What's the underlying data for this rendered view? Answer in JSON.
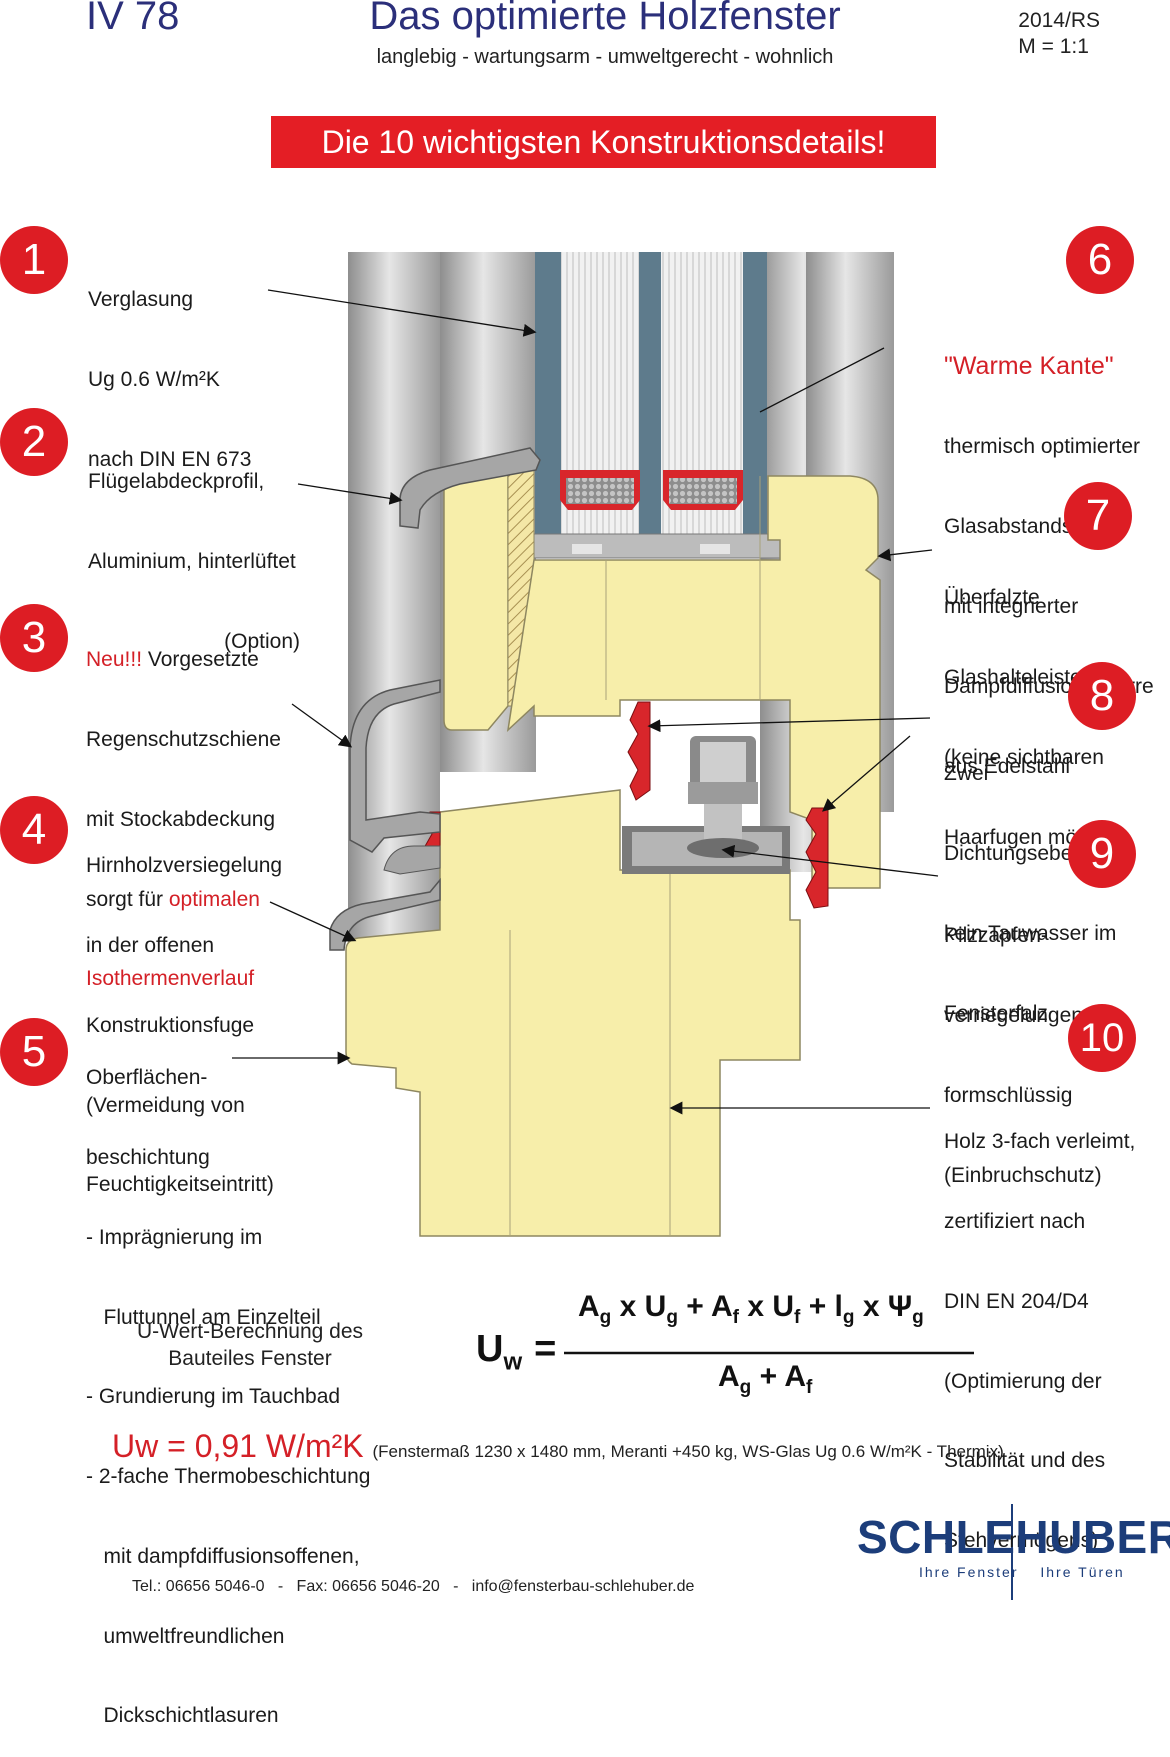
{
  "header": {
    "model_code": "IV 78",
    "title": "Das optimierte Holzfenster",
    "subtitle": "langlebig - wartungsarm - umweltgerecht - wohnlich",
    "meta_line1": "2014/RS",
    "meta_line2": "M = 1:1"
  },
  "banner": "Die 10 wichtigsten Konstruktionsdetails!",
  "details": [
    {
      "number": "1",
      "lines": [
        "Verglasung",
        "Ug 0.6 W/m²K",
        "nach DIN EN 673"
      ]
    },
    {
      "number": "2",
      "lines": [
        "Flügelabdeckprofil,",
        "Aluminium, hinterlüftet",
        "(Option)"
      ]
    },
    {
      "number": "3",
      "lines_rich": [
        [
          {
            "t": "Neu!!! ",
            "red": true
          },
          {
            "t": "Vorgesetzte"
          }
        ],
        [
          {
            "t": "Regenschutzschiene"
          }
        ],
        [
          {
            "t": "mit Stockabdeckung"
          }
        ],
        [
          {
            "t": "sorgt für "
          },
          {
            "t": "optimalen",
            "red": true
          }
        ],
        [
          {
            "t": "Isothermenverlauf",
            "red": true
          }
        ]
      ]
    },
    {
      "number": "4",
      "lines": [
        "Hirnholzversiegelung",
        "in der offenen",
        "Konstruktionsfuge",
        "(Vermeidung von",
        "Feuchtigkeitseintritt)"
      ]
    },
    {
      "number": "5",
      "lines": [
        "Oberflächen-",
        "beschichtung",
        "- Imprägnierung im",
        "   Fluttunnel am Einzelteil",
        "- Grundierung im Tauchbad",
        "- 2-fache Thermobeschichtung",
        "   mit dampfdiffusionsoffenen,",
        "   umweltfreundlichen",
        "   Dickschichtlasuren"
      ]
    },
    {
      "number": "6",
      "heading": "\"Warme Kante\"",
      "lines": [
        "thermisch optimierter",
        "Glasabstandshalter",
        "mit integrierter",
        "Dampfdiffusionssperre",
        "aus Edelstahl"
      ]
    },
    {
      "number": "7",
      "lines": [
        "Überfalzte",
        "Glashalteleiste",
        "(keine sichtbaren",
        "Haarfugen möglich)"
      ]
    },
    {
      "number": "8",
      "lines": [
        "Zwei",
        "Dichtungsebenen,",
        "kein Tauwasser im",
        "Fensterfalz"
      ]
    },
    {
      "number": "9",
      "lines": [
        "Pilzzapfen-",
        "verriegelungen",
        "formschlüssig",
        "(Einbruchschutz)"
      ]
    },
    {
      "number": "10",
      "lines": [
        "Holz 3-fach verleimt,",
        "zertifiziert nach",
        "DIN EN 204/D4",
        "(Optimierung der",
        "Stabilität und des",
        "Stehvermögens)"
      ]
    }
  ],
  "uwert": {
    "label_line1": "U-Wert-Berechnung des",
    "label_line2": "Bauteiles Fenster",
    "formula_lhs": "U",
    "formula_lhs_sub": "w",
    "result": "Uw = 0,91 W/m²K",
    "result_note": "(Fenstermaß 1230 x 1480 mm, Meranti +450 kg, WS-Glas Ug 0.6 W/m²K - Thermix)"
  },
  "footer": {
    "contact": "Tel.: 06656 5046-0   -   Fax: 06656 5046-20   -   info@fensterbau-schlehuber.de",
    "logo": "SCHLEHUBER",
    "logo_sub_left": "Ihre Fenster",
    "logo_sub_right": "Ihre Türen"
  },
  "colors": {
    "navy": "#2b2f7a",
    "red": "#dd1d24",
    "wood": "#f7eeaa",
    "glass_edge": "#5e7b8c",
    "aluminium": "#b9b9b9"
  }
}
